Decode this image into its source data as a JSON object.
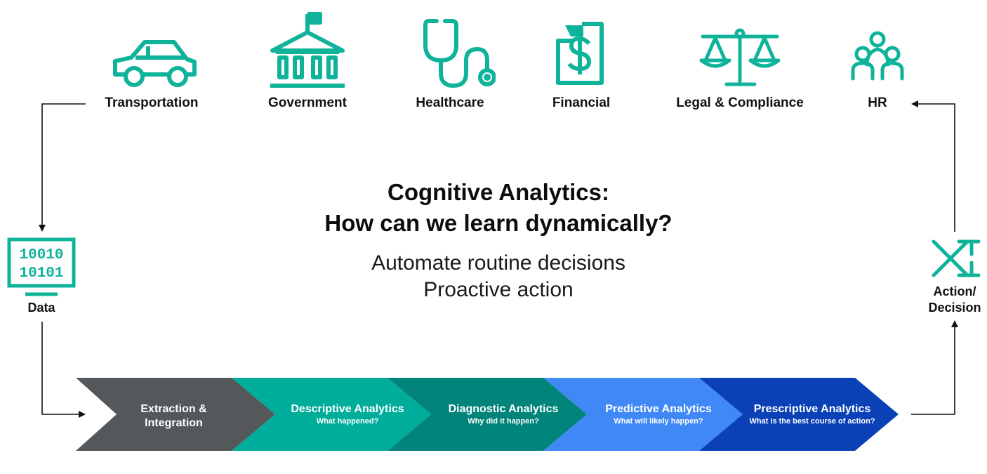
{
  "industries": [
    {
      "label": "Transportation",
      "icon": "car-icon"
    },
    {
      "label": "Government",
      "icon": "government-building-icon"
    },
    {
      "label": "Healthcare",
      "icon": "stethoscope-icon"
    },
    {
      "label": "Financial",
      "icon": "dollar-document-icon"
    },
    {
      "label": "Legal & Compliance",
      "icon": "scales-icon"
    },
    {
      "label": "HR",
      "icon": "people-icon"
    }
  ],
  "center": {
    "title_line1": "Cognitive Analytics:",
    "title_line2": "How can we learn dynamically?",
    "sub_line1": "Automate routine decisions",
    "sub_line2": "Proactive action"
  },
  "data_node": {
    "label": "Data",
    "binary_line1": "10010",
    "binary_line2": "10101",
    "icon": "binary-monitor-icon"
  },
  "action_node": {
    "label_line1": "Action/",
    "label_line2": "Decision",
    "icon": "shuffle-arrows-icon"
  },
  "pipeline": [
    {
      "title_line1": "Extraction &",
      "title_line2": "Integration",
      "subtitle": "",
      "color": "#55585a"
    },
    {
      "title_line1": "Descriptive Analytics",
      "title_line2": "",
      "subtitle": "What happened?",
      "color": "#00ad9b"
    },
    {
      "title_line1": "Diagnostic Analytics",
      "title_line2": "",
      "subtitle": "Why did it happen?",
      "color": "#01847a"
    },
    {
      "title_line1": "Predictive Analytics",
      "title_line2": "",
      "subtitle": "What will likely happen?",
      "color": "#3f88f5"
    },
    {
      "title_line1": "Prescriptive Analytics",
      "title_line2": "",
      "subtitle": "What is the best course of action?",
      "color": "#0b41b6"
    }
  ],
  "colors": {
    "icon_teal": "#0fb39a",
    "arrow": "#111111"
  }
}
